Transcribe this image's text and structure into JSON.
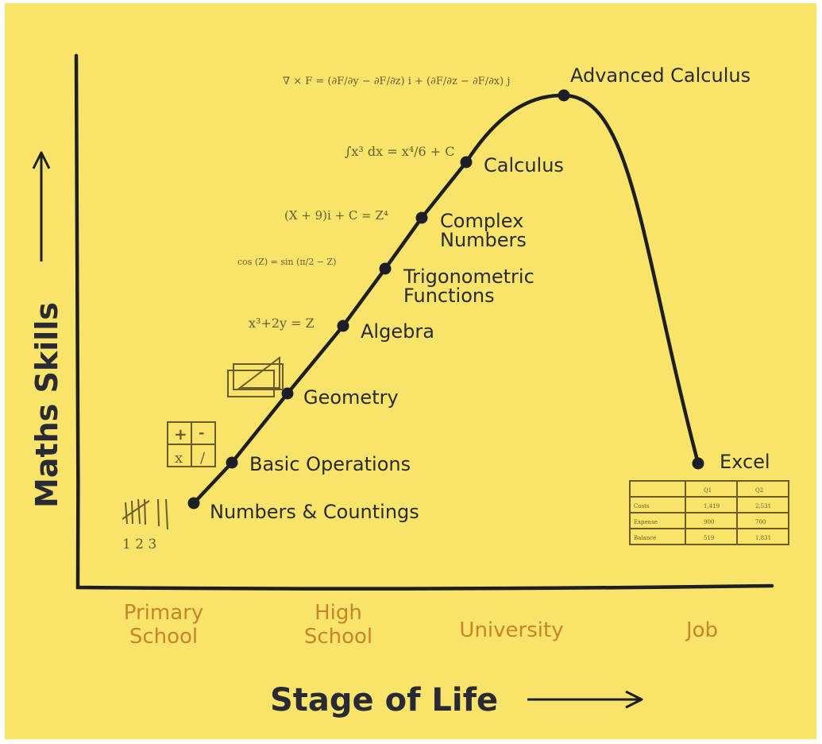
{
  "chart_data": {
    "type": "line",
    "xlabel": "Stage of Life",
    "ylabel": "Maths Skills",
    "stages": [
      "Primary School",
      "High School",
      "University",
      "Job"
    ],
    "points": [
      {
        "label": "Numbers & Countings",
        "formula": ""
      },
      {
        "label": "Basic Operations",
        "formula": ""
      },
      {
        "label": "Geometry",
        "formula": ""
      },
      {
        "label": "Algebra",
        "formula": "x³+2y = Z"
      },
      {
        "label": "Trigonometric Functions",
        "formula": "cos (Z) = sin (π/2 − Z)"
      },
      {
        "label": "Complex Numbers",
        "formula": "(X + 9)i + C = Z⁴"
      },
      {
        "label": "Calculus",
        "formula": "∫x³ dx = x⁴/6 + C"
      },
      {
        "label": "Advanced Calculus",
        "formula": "∇ × F = (∂F/∂y − ∂F/∂z) i + (∂F/∂z − ∂F/∂x) j"
      },
      {
        "label": "Excel",
        "formula": ""
      }
    ],
    "grid": false,
    "legend": "none"
  },
  "doodles": {
    "tally_numbers": "1 2 3",
    "operators": [
      "+",
      "-",
      "x",
      "/"
    ],
    "excel_table": {
      "columns": [
        "",
        "Q1",
        "Q2"
      ],
      "rows": [
        [
          "Costs",
          "1,419",
          "2,531"
        ],
        [
          "Expense",
          "900",
          "700"
        ],
        [
          "Balance",
          "519",
          "1,831"
        ]
      ]
    }
  },
  "colors": {
    "background": "#f9e46b",
    "ink": "#2a2a35",
    "stage_labels": "#c8842a",
    "sketch": "#6b5a2c"
  }
}
